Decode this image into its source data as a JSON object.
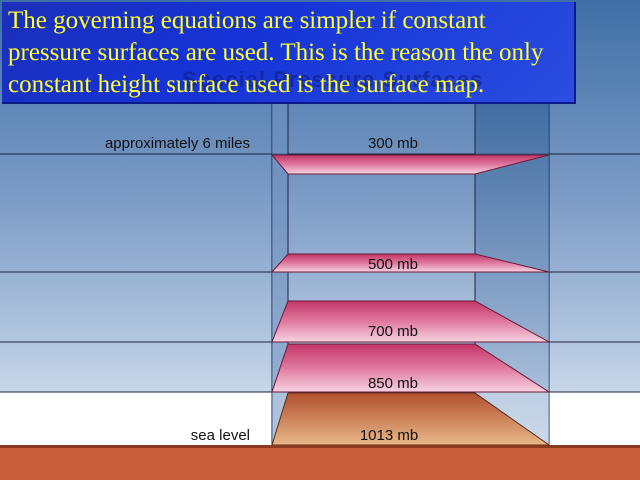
{
  "caption": {
    "text": "The governing equations are  simpler if constant pressure surfaces are used. This is the reason the only constant height surface used is the surface map."
  },
  "background_title": "Special Pressure Surfaces",
  "labels": {
    "height_top": "approximately 6 miles",
    "sea_level": "sea level",
    "p300": "300 mb",
    "p500": "500 mb",
    "p700": "700 mb",
    "p850": "850 mb",
    "p1013": "1013 mb"
  },
  "colors": {
    "caption_bg": "#1533d6",
    "caption_text": "#ffff33",
    "sky_top": "#5b86b8",
    "sky_bottom": "#c8d6e8",
    "surface_pink": "#d9507a",
    "ground": "#c8603e"
  }
}
